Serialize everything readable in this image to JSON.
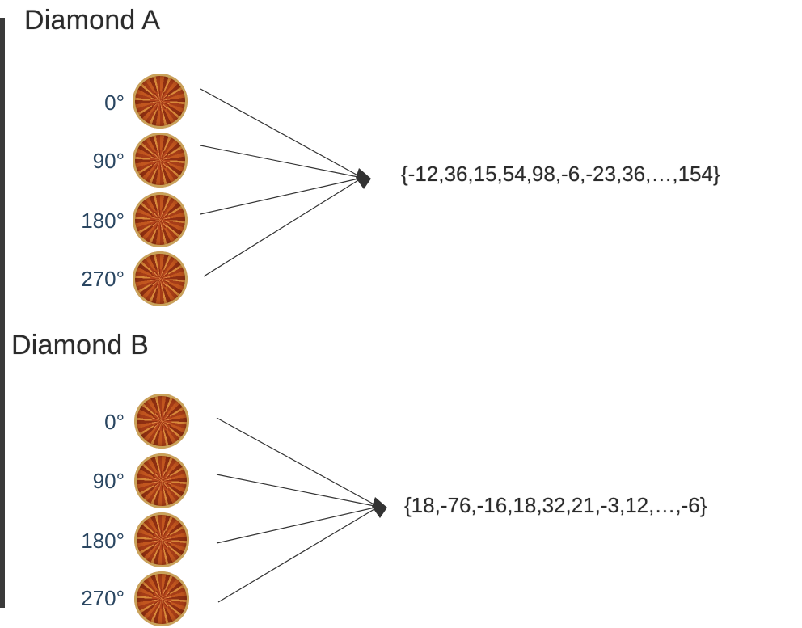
{
  "diamond_a": {
    "title": "Diamond A",
    "angles": [
      "0°",
      "90°",
      "180°",
      "270°"
    ],
    "vector": "{-12,36,15,54,98,-6,-23,36,…,154}"
  },
  "diamond_b": {
    "title": "Diamond B",
    "angles": [
      "0°",
      "90°",
      "180°",
      "270°"
    ],
    "vector": "{18,-76,-16,18,32,21,-3,12,…,-6}"
  },
  "colors": {
    "title_text": "#2b2b2b",
    "angle_text": "#2a4661",
    "line": "#333333",
    "gem": "#b84a1f"
  },
  "icons": {
    "gem": "diamond-gem-icon",
    "arrowhead": "arrowhead-icon"
  }
}
